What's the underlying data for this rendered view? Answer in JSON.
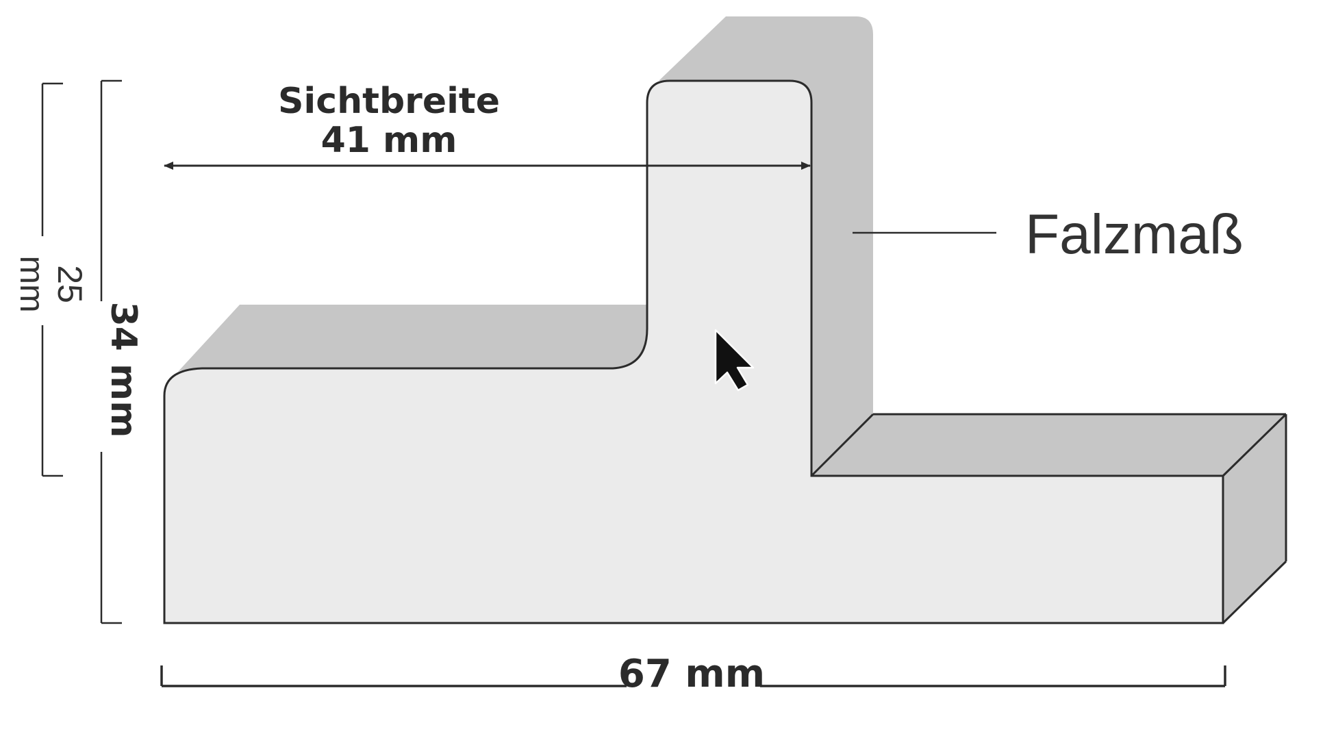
{
  "labels": {
    "sichtbreite_title": "Sichtbreite",
    "sichtbreite_value": "41 mm",
    "falzmass": "Falzmaß",
    "height_total": "34 mm",
    "height_partial_value": "25",
    "height_partial_unit": "mm",
    "width_total": "67 mm"
  },
  "icons": {
    "cursor": "mouse-pointer-icon"
  },
  "colors": {
    "profile_face": "#ebebeb",
    "profile_depth": "#c6c6c6",
    "outline": "#2b2b2b",
    "background": "#ffffff"
  }
}
